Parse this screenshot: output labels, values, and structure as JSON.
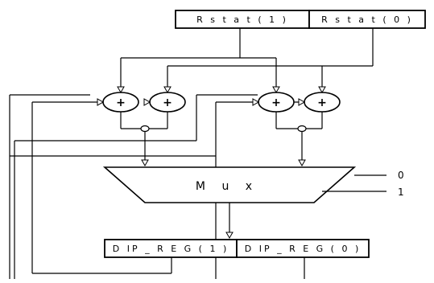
{
  "registers": {
    "rstat1": "R s t a t ( 1 )",
    "rstat0": "R s t a t ( 0 )",
    "dip1": "D IP _ R E G ( 1 )",
    "dip0": "D IP _ R E G ( 0 )"
  },
  "mux": {
    "label": "M u x",
    "select0": "0",
    "select1": "1"
  },
  "adder_symbol": "+"
}
